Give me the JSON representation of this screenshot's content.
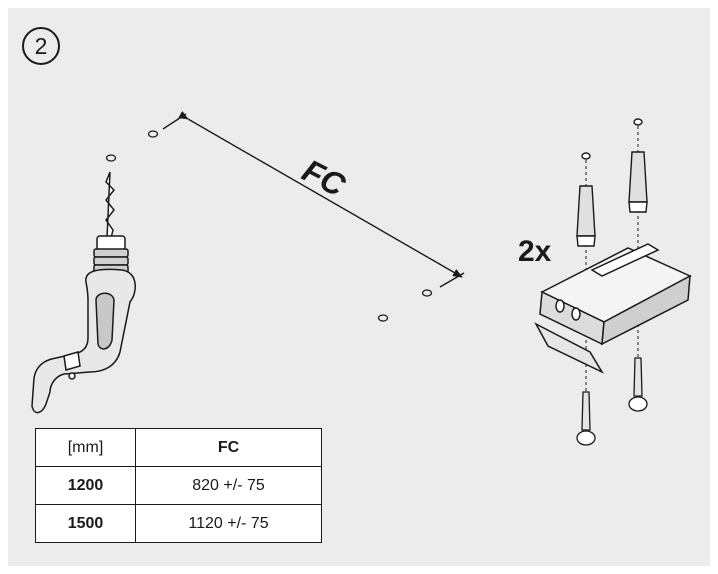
{
  "step": {
    "number": "2"
  },
  "dimension": {
    "label": "FC"
  },
  "mounting": {
    "quantity": "2x"
  },
  "table": {
    "unit_header": "[mm]",
    "fc_header": "FC",
    "rows": [
      {
        "size": "1200",
        "fc": "820 +/- 75"
      },
      {
        "size": "1500",
        "fc": "1120 +/- 75"
      }
    ]
  },
  "icons": [
    "drill-icon",
    "wall-plug-icon",
    "mounting-bracket-icon",
    "screw-icon"
  ]
}
